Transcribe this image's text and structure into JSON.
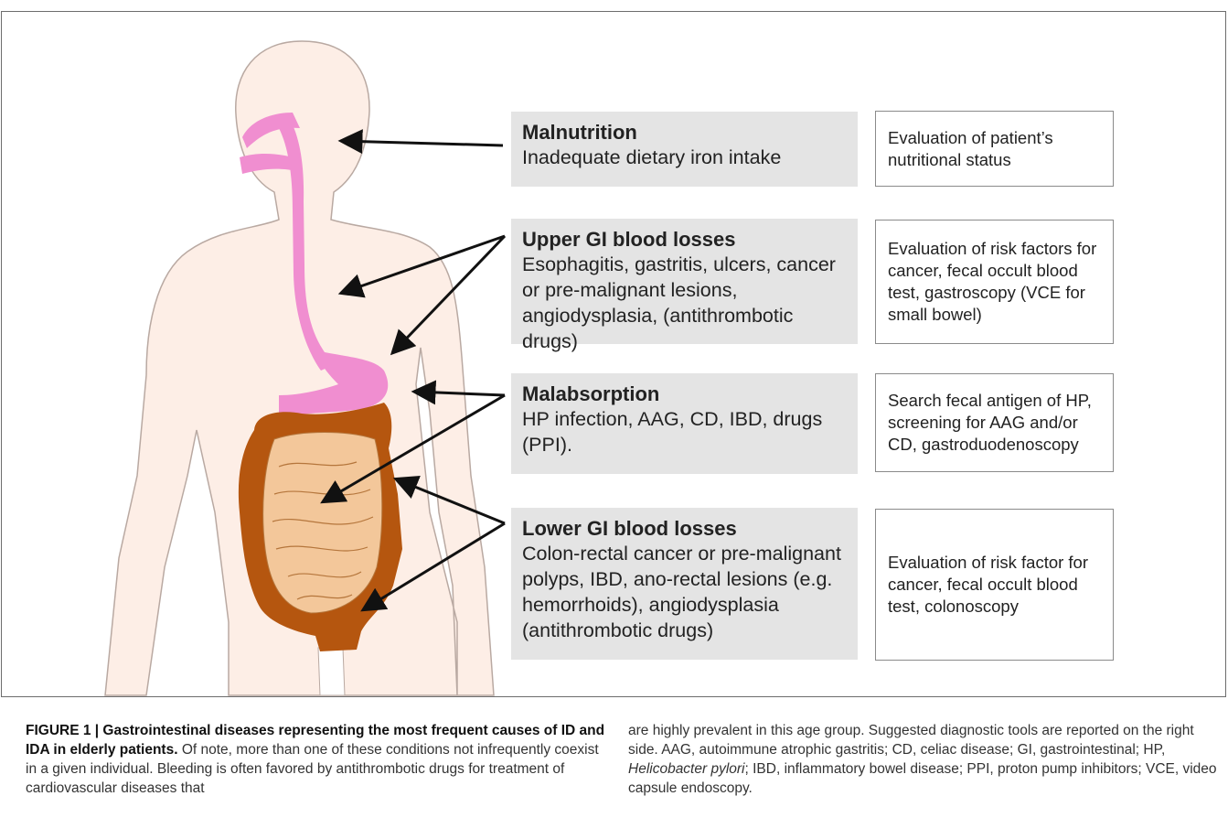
{
  "causes": [
    {
      "title": "Malnutrition",
      "desc": "Inadequate dietary iron intake"
    },
    {
      "title": "Upper GI blood losses",
      "desc": "Esophagitis, gastritis, ulcers, cancer or pre-malignant lesions, angiodysplasia, (antithrombotic drugs)"
    },
    {
      "title": "Malabsorption",
      "desc": "HP infection, AAG, CD,  IBD, drugs (PPI)."
    },
    {
      "title": "Lower GI blood losses",
      "desc": "Colon-rectal cancer or pre-malignant polyps, IBD, ano-rectal lesions (e.g. hemorrhoids), angiodysplasia (antithrombotic drugs)"
    }
  ],
  "diagnostics": [
    "Evaluation of patient’s nutritional status",
    "Evaluation of risk factors for cancer, fecal occult blood test, gastroscopy (VCE for small bowel)",
    "Search fecal antigen of HP, screening for AAG and/or CD, gastroduodenoscopy",
    "Evaluation of risk factor for cancer, fecal occult blood test, colonoscopy"
  ],
  "caption": {
    "label": "FIGURE 1 | Gastrointestinal diseases representing the most frequent causes of ID and IDA in elderly patients.",
    "text_left": " Of note, more than one of these conditions not infrequently coexist in a given individual. Bleeding is often favored by antithrombotic drugs for treatment of cardiovascular diseases that",
    "text_right_1": "are highly prevalent in this age group. Suggested diagnostic tools are reported on the right side. AAG, autoimmune atrophic gastritis; CD, celiac disease; GI, gastrointestinal; HP, ",
    "text_right_italic": "Helicobacter pylori",
    "text_right_2": "; IBD, inflammatory bowel disease; PPI, proton pump inhibitors; VCE, video capsule endoscopy."
  },
  "colors": {
    "body_fill": "#fdeee6",
    "esophagus": "#f08ed0",
    "colon": "#b5560f",
    "small_bowel": "#f3c79a",
    "cause_box": "#e4e4e4"
  }
}
